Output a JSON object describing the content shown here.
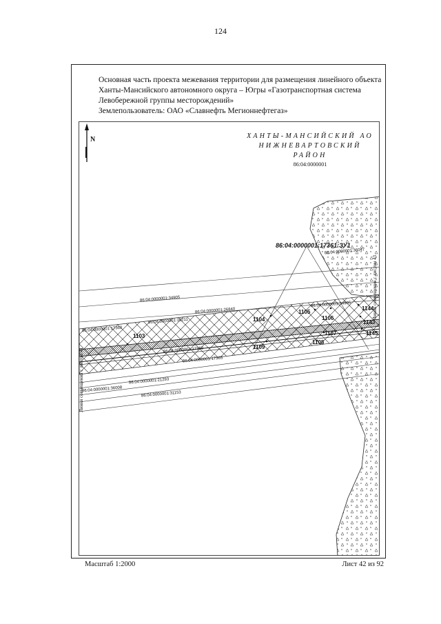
{
  "page_number": "124",
  "header": {
    "line1": "Основная часть проекта межевания территории для размещения линейного объекта",
    "line2": "Ханты-Мансийского автономного округа – Югры «Газотранспортная система",
    "line3": "Левобережной группы месторождений»",
    "line4": "Землепользователь: ОАО «Славнефть Мегионнефтегаз»"
  },
  "map": {
    "region_line1": "ХАНТЫ-МАНСИЙСКИЙ АО",
    "region_line2": "НИЖНЕВАРТОВСКИЙ РАЙОН",
    "region_cadastral": "86:04:0000001",
    "north_label": "N",
    "highlight_parcel": "86:04:0000001:17361:ЗУ1",
    "side_left": "Линия совмещения с листом 41",
    "side_right": "Линия совмещения с листом 43",
    "parcels": {
      "p1": "86:04:0000001:34905",
      "p2": "86:04:0000001:26840",
      "p3": "86:04:0000001:34905",
      "p4": "86:04:0000001:17360",
      "p5": "86:04:0000001:10211",
      "p6": "86:04:0000001:17368",
      "p7": "86:04:0000001:17365",
      "p8": "86:04:0000001:21293",
      "p9": "86:04:0000001:36008",
      "p10": "86:04:0000001:31153",
      "p11": "86:04:0000001:36047"
    },
    "points": {
      "a": "1103",
      "b": "1104",
      "c": "1105",
      "d": "1106",
      "e": "1107",
      "f": "1108",
      "g": "1109",
      "h": "1144",
      "i": "1143",
      "j": "1145"
    }
  },
  "footer": {
    "scale": "Масштаб 1:2000",
    "sheet": "Лист 42 из 92"
  }
}
